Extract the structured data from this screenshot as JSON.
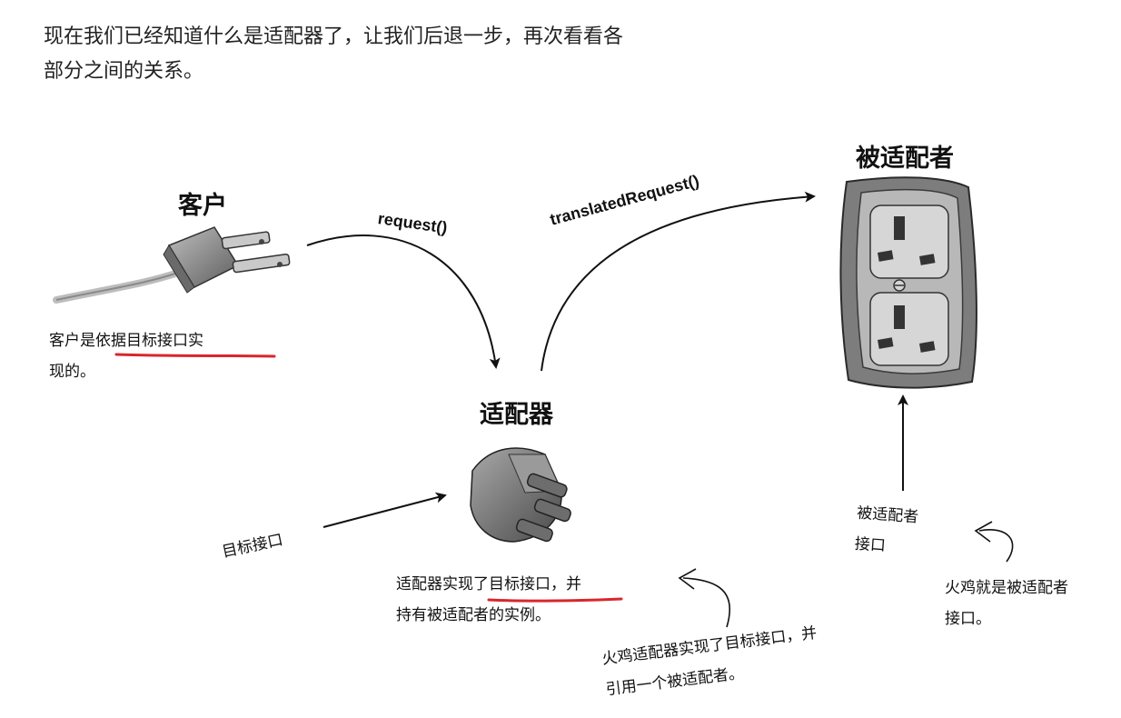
{
  "intro": {
    "line1": "现在我们已经知道什么是适配器了，让我们后退一步，再次看看各",
    "line2": "部分之间的关系。"
  },
  "labels": {
    "client": "客户",
    "adapter": "适配器",
    "adaptee": "被适配者"
  },
  "methods": {
    "request": "request()",
    "translated": "translatedRequest()"
  },
  "notes": {
    "client_note_l1": "客户是依据目标接口实",
    "client_note_l2": "现的。",
    "target_interface": "目标接口",
    "adapter_note_l1": "适配器实现了目标接口，并",
    "adapter_note_l2": "持有被适配者的实例。",
    "adaptee_interface_l1": "被适配者",
    "adaptee_interface_l2": "接口",
    "turkey_adapter_l1": "火鸡适配器实现了目标接口，并",
    "turkey_adapter_l2": "引用一个被适配者。",
    "turkey_adaptee_l1": "火鸡就是被适配者",
    "turkey_adaptee_l2": "接口。"
  },
  "colors": {
    "underline": "#d9262c",
    "ink": "#111111",
    "plug_gray": "#7d7d7d",
    "outlet_frame": "#8a8a8a",
    "outlet_face": "#d6d6d6"
  }
}
